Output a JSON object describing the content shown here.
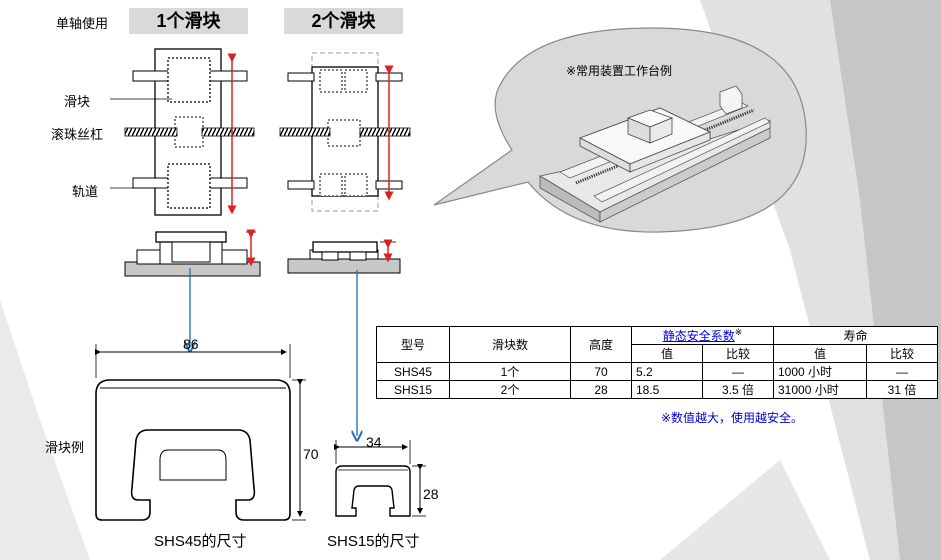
{
  "header": {
    "single_axis": "单轴使用",
    "one_block": "1个滑块",
    "two_blocks": "2个滑块"
  },
  "labels": {
    "slider": "滑块",
    "ball_screw": "滚珠丝杠",
    "rail": "轨道",
    "slider_example": "滑块例"
  },
  "callout": {
    "caption": "※常用装置工作台例"
  },
  "dims": {
    "shs45_width": "86",
    "shs45_height": "70",
    "shs45_caption": "SHS45的尺寸",
    "shs15_width": "34",
    "shs15_height": "28",
    "shs15_caption": "SHS15的尺寸"
  },
  "table": {
    "h_model": "型号",
    "h_blocks": "滑块数",
    "h_height": "高度",
    "h_safety": "静态安全系数",
    "h_safety_note": "※",
    "h_life": "寿命",
    "h_value": "值",
    "h_compare": "比较",
    "rows": [
      {
        "model": "SHS45",
        "blocks": "1个",
        "height": "70",
        "sf_value": "5.2",
        "sf_compare": "—",
        "life_value": "1000 小时",
        "life_compare": "—"
      },
      {
        "model": "SHS15",
        "blocks": "2个",
        "height": "28",
        "sf_value": "18.5",
        "sf_compare": "3.5 倍",
        "life_value": "31000 小时",
        "life_compare": "31 倍"
      }
    ],
    "note": "※数值越大，使用越安全。"
  },
  "colors": {
    "accent_red": "#e02020",
    "arrow_blue": "#2e75b6",
    "note_blue": "#0000cc"
  }
}
